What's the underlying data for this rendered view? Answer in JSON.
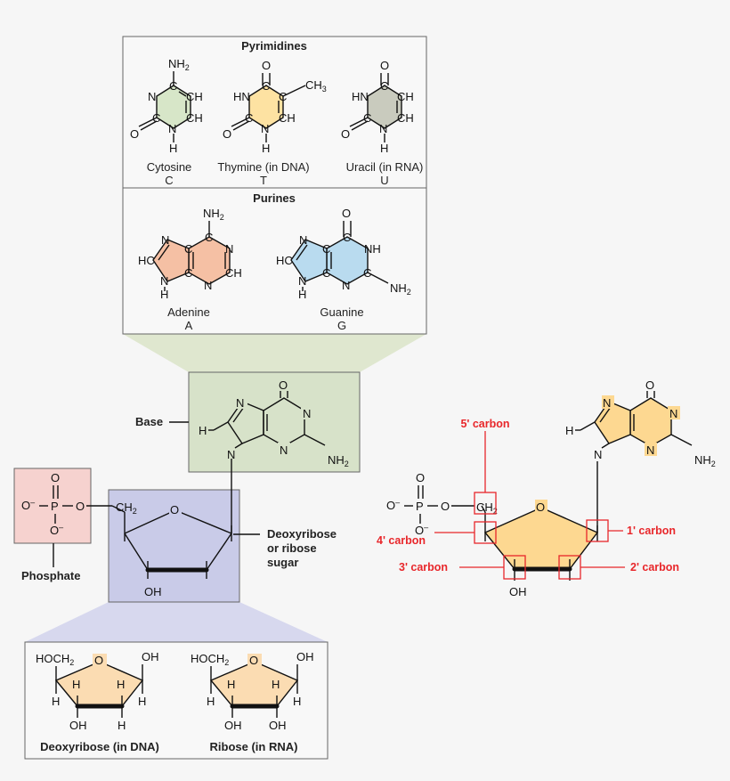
{
  "colors": {
    "cytosine": "#d7e6c8",
    "thymine": "#fde2a2",
    "uracil": "#c9cbbe",
    "adenine": "#f5c0a4",
    "guanine": "#b9dbef",
    "base_box": "#d7e2c9",
    "sugar_box": "#c9cbe8",
    "phosphate_box": "#f6d2cf",
    "sugar_ring": "#fdd891",
    "sugar_ring_light": "#fbdcb2",
    "funnel_green": "#dfe7cf",
    "funnel_purple": "#d7d8ee",
    "red": "#e8272b"
  },
  "pyrimidines": {
    "title": "Pyrimidines",
    "cytosine": {
      "name": "Cytosine",
      "letter": "C"
    },
    "thymine": {
      "name": "Thymine (in DNA)",
      "letter": "T"
    },
    "uracil": {
      "name": "Uracil (in RNA)",
      "letter": "U"
    }
  },
  "purines": {
    "title": "Purines",
    "adenine": {
      "name": "Adenine",
      "letter": "A"
    },
    "guanine": {
      "name": "Guanine",
      "letter": "G"
    }
  },
  "nucleotide": {
    "base_label": "Base",
    "sugar_label_1": "Deoxyribose",
    "sugar_label_2": "or ribose",
    "sugar_label_3": "sugar",
    "phosphate_label": "Phosphate"
  },
  "sugars": {
    "deoxyribose": "Deoxyribose (in DNA)",
    "ribose": "Ribose (in RNA)"
  },
  "carbons": {
    "c5": "5' carbon",
    "c4": "4' carbon",
    "c3": "3' carbon",
    "c2": "2' carbon",
    "c1": "1' carbon"
  },
  "atoms": {
    "N": "N",
    "C": "C",
    "H": "H",
    "O": "O",
    "CH": "CH",
    "HC": "HC",
    "HN": "HN",
    "NH": "NH",
    "NH2": "NH",
    "two": "2",
    "CH3": "CH",
    "three": "3",
    "CH2": "CH",
    "OH": "OH",
    "HOCH2": "HOCH",
    "P": "P",
    "Ominus": "O",
    "minus": "–"
  }
}
